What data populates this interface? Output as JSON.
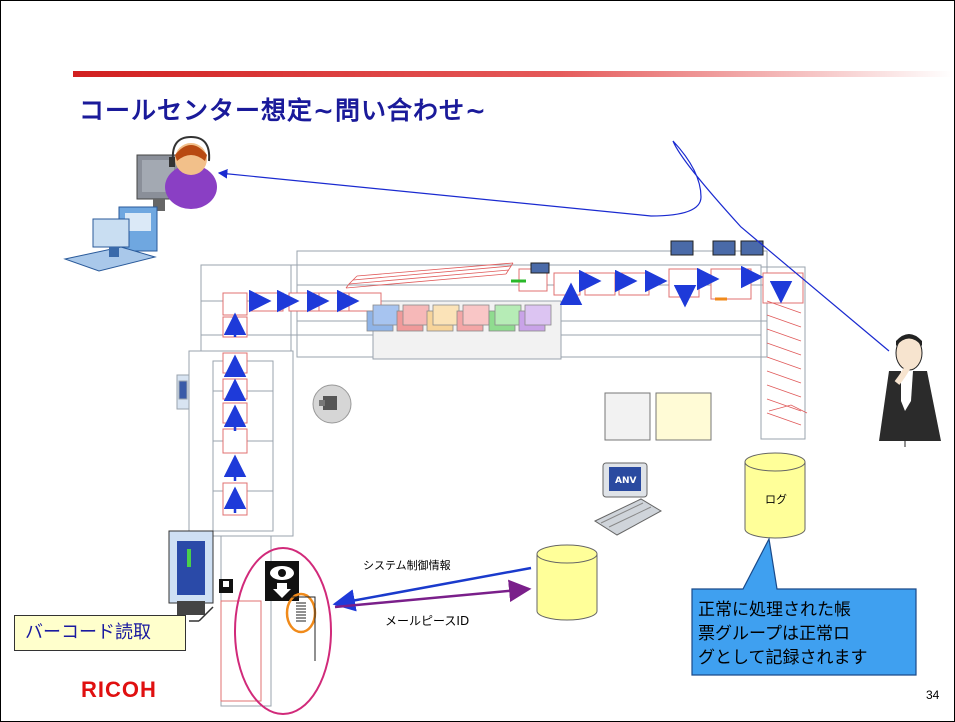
{
  "slide": {
    "title": "コールセンター想定~問い合わせ~",
    "page_number": "34",
    "logo": "RICOH"
  },
  "labels": {
    "system_control_info": "システム制御情報",
    "mailpiece_id": "メールピースID",
    "log_db": "ログ",
    "barcode_read": "バーコード読取"
  },
  "callout": {
    "lines": [
      "正常に処理された帳",
      "票グループは正常ロ",
      "グとして記録されます"
    ]
  },
  "icons": [
    "operator-icon",
    "computer-icon",
    "businessman-icon",
    "database-icon",
    "anv-terminal-icon",
    "camera-icon"
  ],
  "colors": {
    "title": "#1a1a9a",
    "accent_bar": "#d11f1f",
    "flow_arrow": "#1e3ad9",
    "control_arrow": "#1a3acc",
    "id_arrow": "#7a1f8a",
    "callout_fill": "#3fa0f0",
    "database_fill": "#ffff99"
  }
}
